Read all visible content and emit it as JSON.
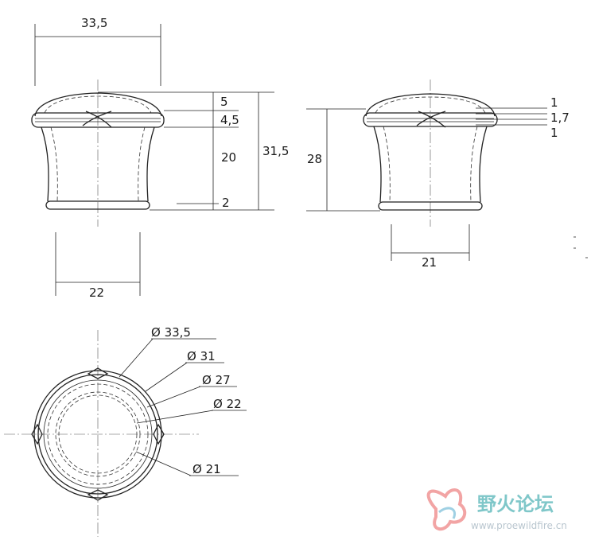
{
  "side_view": {
    "overall_width": "33,5",
    "base_width": "22",
    "top_height": "5",
    "band_height": "4,5",
    "body_height": "20",
    "foot_height": "2",
    "total_height": "31,5"
  },
  "front_view": {
    "height": "28",
    "base_width": "21",
    "band_top": "1",
    "band_mid": "1,7",
    "band_bottom": "1"
  },
  "top_view": {
    "diameters": [
      "Ø 33,5",
      "Ø 31",
      "Ø 27",
      "Ø 22",
      "Ø 21"
    ]
  },
  "watermark": {
    "name": "野火论坛",
    "url": "www.proewildfire.cn"
  }
}
